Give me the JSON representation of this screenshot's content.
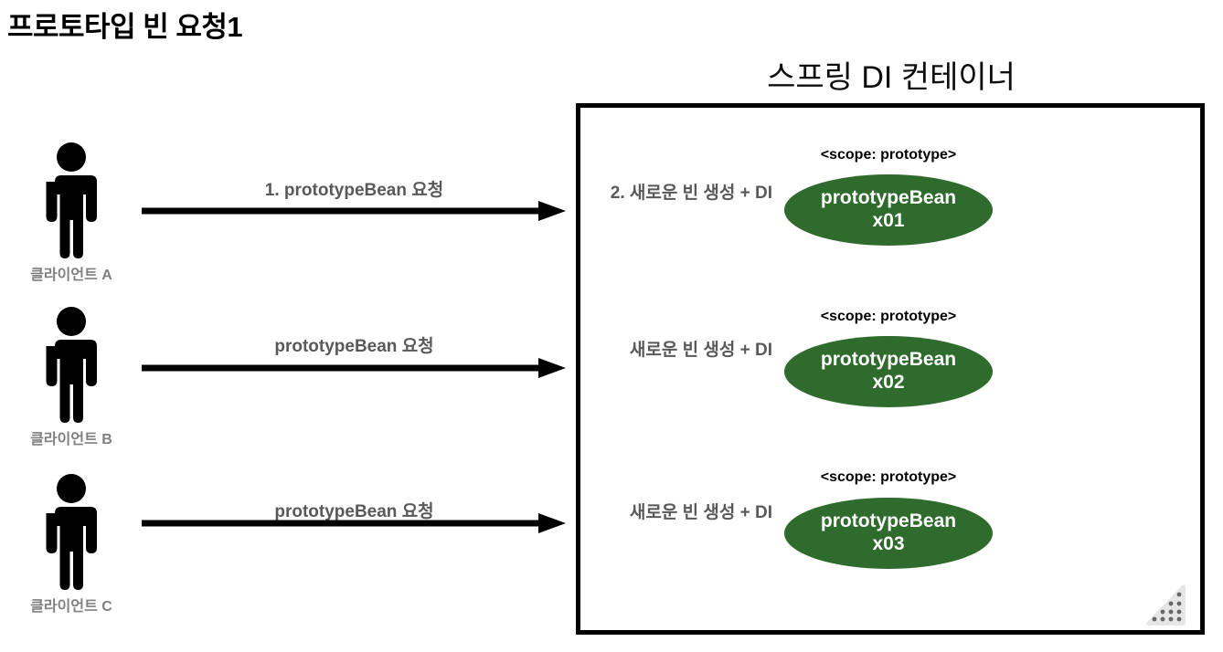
{
  "slide": {
    "title": "프로토타입 빈 요청1",
    "container_title": "스프링 DI 컨테이너"
  },
  "colors": {
    "bean_green": "#2e6b2c",
    "label_gray": "#595959",
    "client_gray": "#808080",
    "border_black": "#000000",
    "handle_gray": "#e6e6e6",
    "handle_dot": "#666666"
  },
  "clients": [
    {
      "label": "클라이언트 A",
      "icon": "person-icon"
    },
    {
      "label": "클라이언트 B",
      "icon": "person-icon"
    },
    {
      "label": "클라이언트 C",
      "icon": "person-icon"
    }
  ],
  "arrows": [
    {
      "label": "1. prototypeBean 요청",
      "icon": "arrow-right-icon"
    },
    {
      "label": "prototypeBean 요청",
      "icon": "arrow-right-icon"
    },
    {
      "label": "prototypeBean 요청",
      "icon": "arrow-right-icon"
    }
  ],
  "beans": [
    {
      "create_label": "2. 새로운 빈 생성 + DI",
      "scope_tag": "<scope: prototype>",
      "name": "prototypeBean",
      "id": "x01"
    },
    {
      "create_label": "새로운 빈 생성 + DI",
      "scope_tag": "<scope: prototype>",
      "name": "prototypeBean",
      "id": "x02"
    },
    {
      "create_label": "새로운 빈 생성 + DI",
      "scope_tag": "<scope: prototype>",
      "name": "prototypeBean",
      "id": "x03"
    }
  ],
  "resize_handle": {
    "icon": "resize-grip-icon"
  }
}
